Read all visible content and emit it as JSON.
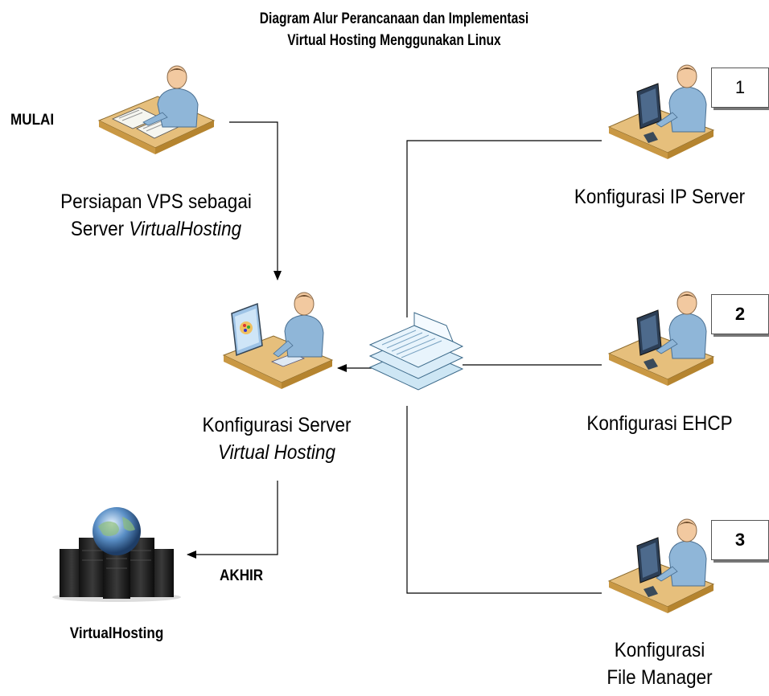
{
  "title": {
    "line1": "Diagram Alur Perancanaan dan Implementasi",
    "line2": "Virtual Hosting Menggunakan Linux"
  },
  "start_label": "MULAI",
  "end_label": "AKHIR",
  "prep": {
    "line1": "Persiapan VPS sebagai",
    "line2a": "Server ",
    "line2b": "VirtualHosting"
  },
  "config_server": {
    "line1": "Konfigurasi Server",
    "line2": "Virtual Hosting"
  },
  "virtualhosting": "VirtualHosting",
  "steps": [
    {
      "number": "1",
      "label": "Konfigurasi IP Server"
    },
    {
      "number": "2",
      "label": "Konfigurasi EHCP"
    },
    {
      "number": "3",
      "label1": "Konfigurasi",
      "label2": "File Manager"
    }
  ],
  "icons": {
    "prep": "person-at-desk-with-papers-icon",
    "config": "person-at-desk-with-monitor-icon",
    "workers": "person-at-computer-icon",
    "docs": "document-stack-icon",
    "servers": "server-globe-icon"
  }
}
